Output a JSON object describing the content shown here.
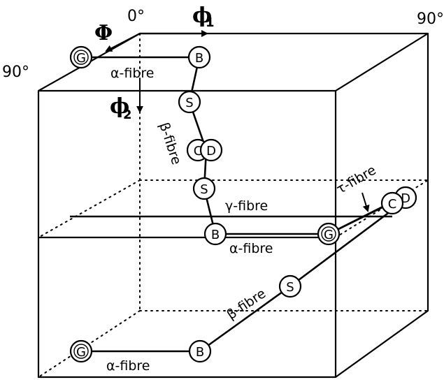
{
  "axes": {
    "phi1": {
      "symbol": "ϕ",
      "subscript": "1"
    },
    "Phi": {
      "symbol": "Φ"
    },
    "phi2": {
      "symbol": "ϕ",
      "subscript": "2"
    },
    "origin": "0°",
    "corner_right": "90°",
    "corner_left": "90°"
  },
  "fibres": {
    "alpha_top": "α-fibre",
    "alpha_mid": "α-fibre",
    "alpha_bottom": "α-fibre",
    "beta_upper": "β-fibre",
    "beta_lower": "β-fibre",
    "gamma": "γ-fibre",
    "tau": "τ-fibre"
  },
  "nodes": {
    "G_top": "G",
    "B_top": "B",
    "S_upper": "S",
    "C_upper": "C",
    "D_upper": "D",
    "S_mid": "S",
    "C_right": "C",
    "D_right": "D",
    "B_mid": "B",
    "G_mid": "G",
    "S_lower": "S",
    "G_bottom": "G",
    "B_bottom": "B"
  }
}
